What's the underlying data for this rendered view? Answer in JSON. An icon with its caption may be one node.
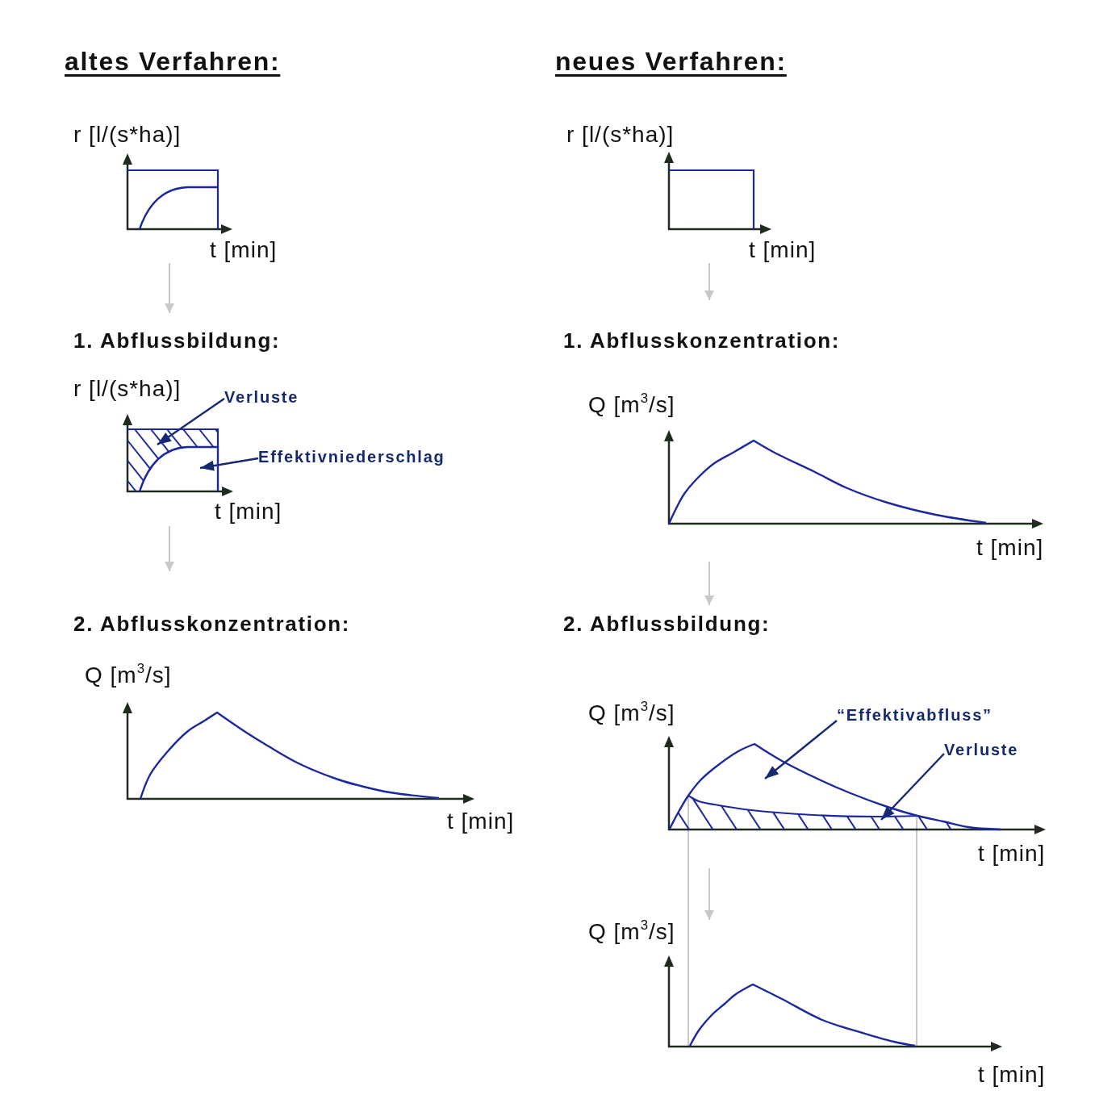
{
  "diagram": {
    "nodes": [
      {
        "text": [
          "r [l/(s*ha)]",
          "t [min]"
        ]
      },
      {
        "text": [
          "1. Abflussbildung:",
          "r [l/(s*ha)]",
          "t [min]"
        ]
      },
      {
        "text": [
          "Verluste"
        ]
      },
      {
        "text": [
          "Effektivniederschlag"
        ]
      },
      {
        "text": [
          "2. Abflusskonzentration:",
          "Q [m$^{3}$/s]",
          "t [min]"
        ]
      },
      {
        "text": [
          "r [l/(s*ha)]",
          "t [min]"
        ]
      },
      {
        "text": [
          "1. Abflusskonzentration:",
          "Q [m$^{3}$/s]",
          "t [min]"
        ]
      },
      {
        "text": [
          "2. Abflussbildung:",
          "Q [m$^{3}$/s]",
          "t [min]"
        ]
      },
      {
        "text": [
          "“Effektivabfluss”"
        ],
        "in": 7
      },
      {
        "text": [
          "Verluste"
        ],
        "in": 7
      },
      {
        "text": [
          "Q [m$^{3}$/s]",
          "t [min]"
        ]
      }
    ],
    "edges": [
      {
        "from": 0,
        "to": 1,
        "arrow": "to"
      },
      {
        "from": 1,
        "to": 4,
        "arrow": "to"
      },
      {
        "from": 5,
        "to": 6,
        "arrow": "to"
      },
      {
        "from": 6,
        "to": 7,
        "arrow": "to"
      },
      {
        "from": 7,
        "to": 10,
        "arrow": "to"
      },
      {
        "from": 2,
        "to": 1,
        "arrow": "to",
        "color": "#15296f"
      },
      {
        "from": 3,
        "to": 1,
        "arrow": "to",
        "color": "#15296f"
      },
      {
        "from": 8,
        "to": 7,
        "arrow": "to",
        "color": "#15296f"
      },
      {
        "from": 9,
        "to": 7,
        "arrow": "to",
        "color": "#15296f"
      }
    ],
    "labels": [
      "altes Verfahren:",
      "neues Verfahren:"
    ]
  }
}
